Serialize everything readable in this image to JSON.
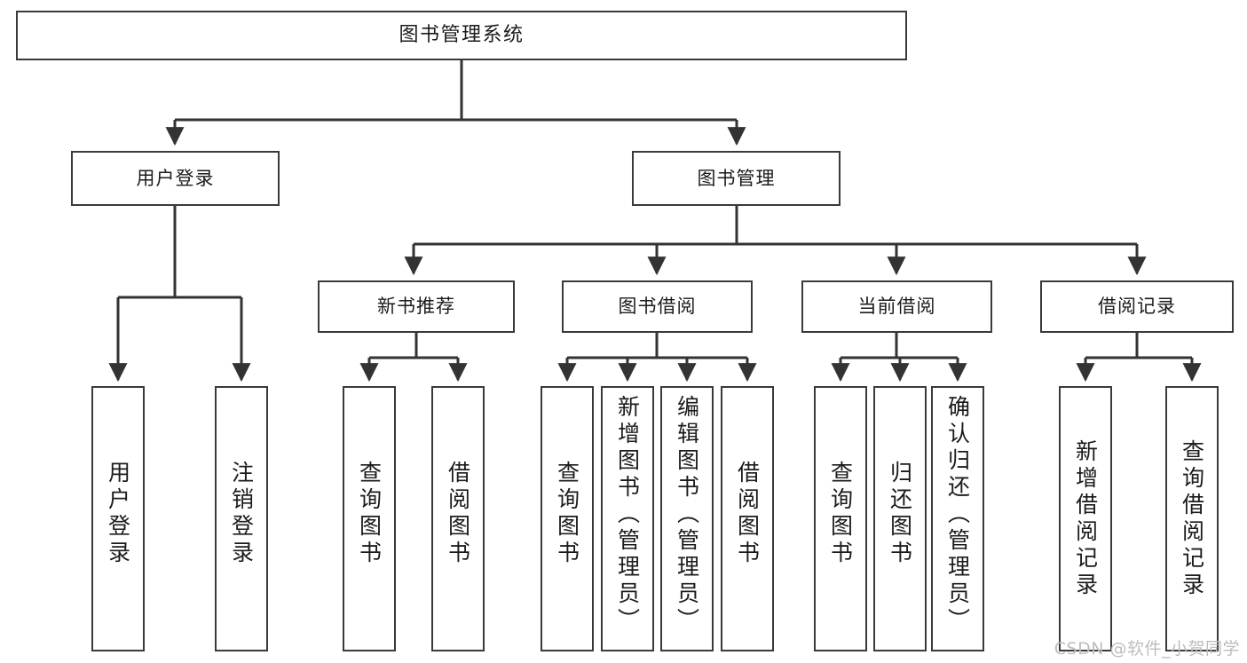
{
  "diagram": {
    "title": "图书管理系统",
    "type": "tree-hierarchy-chart",
    "watermark": "CSDN @软件_小贺同学",
    "colors": {
      "background": "#ffffff",
      "node_border": "#3a3a3a",
      "node_fill": "#ffffff",
      "text": "#1b1b1b",
      "edge": "#333333",
      "watermark": "#bdbdbd"
    },
    "levels": {
      "root": "图书管理系统",
      "level2": [
        "用户登录",
        "图书管理"
      ],
      "level3": [
        "新书推荐",
        "图书借阅",
        "当前借阅",
        "借阅记录"
      ]
    },
    "nodes": {
      "root": {
        "label": "图书管理系统"
      },
      "user_login": {
        "label": "用户登录"
      },
      "book_manage": {
        "label": "图书管理"
      },
      "new_book_rec": {
        "label": "新书推荐"
      },
      "book_borrow": {
        "label": "图书借阅"
      },
      "current_borrow": {
        "label": "当前借阅"
      },
      "borrow_record": {
        "label": "借阅记录"
      },
      "leaf_user_login": {
        "label": "用户登录"
      },
      "leaf_logout": {
        "label": "注销登录"
      },
      "leaf_query_book_1": {
        "label": "查询图书"
      },
      "leaf_borrow_book_1": {
        "label": "借阅图书"
      },
      "leaf_query_book_2": {
        "label": "查询图书"
      },
      "leaf_add_book": {
        "label": "新增图书（管理员）"
      },
      "leaf_edit_book": {
        "label": "编辑图书（管理员）"
      },
      "leaf_borrow_book_2": {
        "label": "借阅图书"
      },
      "leaf_query_book_3": {
        "label": "查询图书"
      },
      "leaf_return_book": {
        "label": "归还图书"
      },
      "leaf_confirm_return": {
        "label": "确认归还（管理员）"
      },
      "leaf_add_record": {
        "label": "新增借阅记录"
      },
      "leaf_query_record": {
        "label": "查询借阅记录"
      }
    },
    "edges": [
      {
        "from": "root",
        "to": "user_login"
      },
      {
        "from": "root",
        "to": "book_manage"
      },
      {
        "from": "user_login",
        "to": "leaf_user_login"
      },
      {
        "from": "user_login",
        "to": "leaf_logout"
      },
      {
        "from": "book_manage",
        "to": "new_book_rec"
      },
      {
        "from": "book_manage",
        "to": "book_borrow"
      },
      {
        "from": "book_manage",
        "to": "current_borrow"
      },
      {
        "from": "book_manage",
        "to": "borrow_record"
      },
      {
        "from": "new_book_rec",
        "to": "leaf_query_book_1"
      },
      {
        "from": "new_book_rec",
        "to": "leaf_borrow_book_1"
      },
      {
        "from": "book_borrow",
        "to": "leaf_query_book_2"
      },
      {
        "from": "book_borrow",
        "to": "leaf_add_book"
      },
      {
        "from": "book_borrow",
        "to": "leaf_edit_book"
      },
      {
        "from": "book_borrow",
        "to": "leaf_borrow_book_2"
      },
      {
        "from": "current_borrow",
        "to": "leaf_query_book_3"
      },
      {
        "from": "current_borrow",
        "to": "leaf_return_book"
      },
      {
        "from": "current_borrow",
        "to": "leaf_confirm_return"
      },
      {
        "from": "borrow_record",
        "to": "leaf_add_record"
      },
      {
        "from": "borrow_record",
        "to": "leaf_query_record"
      }
    ]
  }
}
